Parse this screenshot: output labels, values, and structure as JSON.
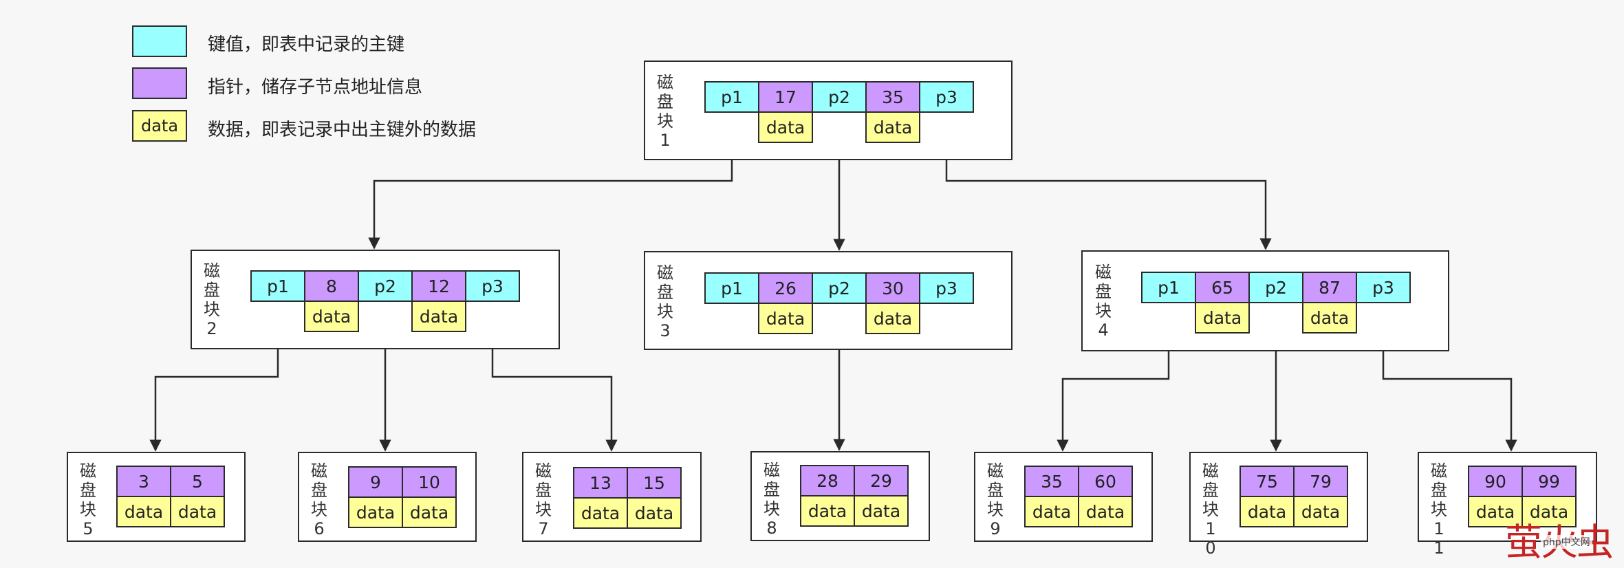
{
  "legend": [
    {
      "swatch": "",
      "text": "键值，即表中记录的主键",
      "color": "#99ffff"
    },
    {
      "swatch": "",
      "text": "指针，储存子节点地址信息",
      "color": "#cc99ff"
    },
    {
      "swatch": "data",
      "text": "数据，即表记录中出主键外的数据",
      "color": "#ffff99"
    }
  ],
  "nodes": [
    {
      "label": "磁盘块1",
      "keys": [
        "17",
        "35"
      ],
      "pointers": [
        "p1",
        "p2",
        "p3"
      ],
      "data": [
        "data",
        "data"
      ]
    },
    {
      "label": "磁盘块2",
      "keys": [
        "8",
        "12"
      ],
      "pointers": [
        "p1",
        "p2",
        "p3"
      ],
      "data": [
        "data",
        "data"
      ]
    },
    {
      "label": "磁盘块3",
      "keys": [
        "26",
        "30"
      ],
      "pointers": [
        "p1",
        "p2",
        "p3"
      ],
      "data": [
        "data",
        "data"
      ]
    },
    {
      "label": "磁盘块4",
      "keys": [
        "65",
        "87"
      ],
      "pointers": [
        "p1",
        "p2",
        "p3"
      ],
      "data": [
        "data",
        "data"
      ]
    },
    {
      "label": "磁盘块5",
      "keys": [
        "3",
        "5"
      ],
      "data": [
        "data",
        "data"
      ]
    },
    {
      "label": "磁盘块6",
      "keys": [
        "9",
        "10"
      ],
      "data": [
        "data",
        "data"
      ]
    },
    {
      "label": "磁盘块7",
      "keys": [
        "13",
        "15"
      ],
      "data": [
        "data",
        "data"
      ]
    },
    {
      "label": "磁盘块8",
      "keys": [
        "28",
        "29"
      ],
      "data": [
        "data",
        "data"
      ]
    },
    {
      "label": "磁盘块9",
      "keys": [
        "35",
        "60"
      ],
      "data": [
        "data",
        "data"
      ]
    },
    {
      "label": "磁盘块10",
      "keys": [
        "75",
        "79"
      ],
      "data": [
        "data",
        "data"
      ]
    },
    {
      "label": "磁盘块11",
      "keys": [
        "90",
        "99"
      ],
      "data": [
        "data",
        "data"
      ]
    }
  ],
  "edges": [
    {
      "from": "磁盘块1.p1",
      "to": "磁盘块2"
    },
    {
      "from": "磁盘块1.p2",
      "to": "磁盘块3"
    },
    {
      "from": "磁盘块1.p3",
      "to": "磁盘块4"
    },
    {
      "from": "磁盘块2.p1",
      "to": "磁盘块5"
    },
    {
      "from": "磁盘块2.p2",
      "to": "磁盘块6"
    },
    {
      "from": "磁盘块2.p3",
      "to": "磁盘块7"
    },
    {
      "from": "磁盘块3.p2",
      "to": "磁盘块8"
    },
    {
      "from": "磁盘块4.p1",
      "to": "磁盘块9"
    },
    {
      "from": "磁盘块4.p2",
      "to": "磁盘块10"
    },
    {
      "from": "磁盘块4.p3",
      "to": "磁盘块11"
    }
  ],
  "watermark": {
    "main": "萤火虫",
    "sub": "php中文网"
  }
}
